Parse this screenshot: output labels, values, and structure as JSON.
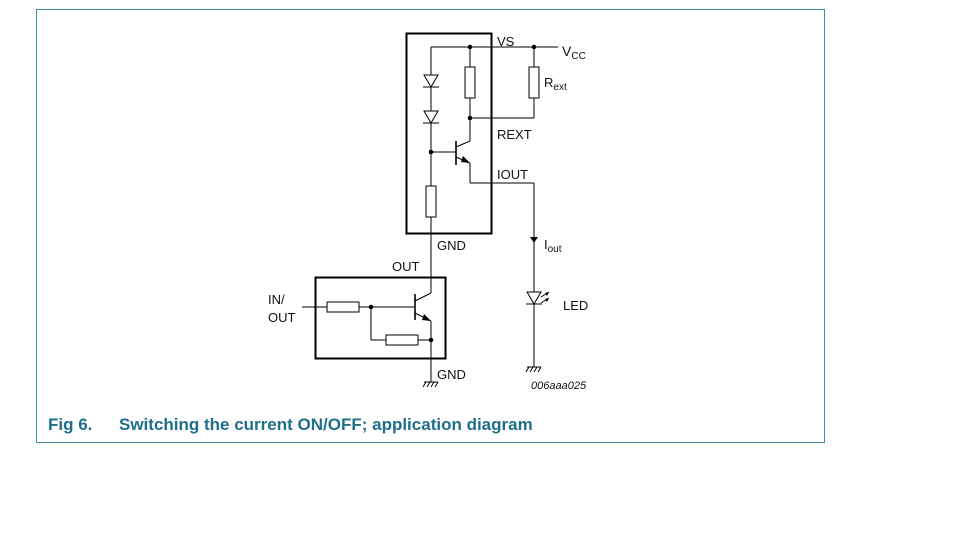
{
  "figure": {
    "number": "Fig 6.",
    "title": "Switching the current ON/OFF; application diagram",
    "id_code": "006aaa025"
  },
  "labels": {
    "vs": "VS",
    "vcc_main": "V",
    "vcc_sub": "CC",
    "rext_main": "R",
    "rext_sub": "ext",
    "rext_pin": "REXT",
    "iout_pin": "IOUT",
    "gnd_top": "GND",
    "iout_main": "I",
    "iout_sub": "out",
    "out": "OUT",
    "in_out_line1": "IN/",
    "in_out_line2": "OUT",
    "led": "LED",
    "gnd_bottom": "GND"
  },
  "colors": {
    "caption": "#1f6f8b",
    "frame_border": "#3d8fa3",
    "wire": "#000000"
  }
}
